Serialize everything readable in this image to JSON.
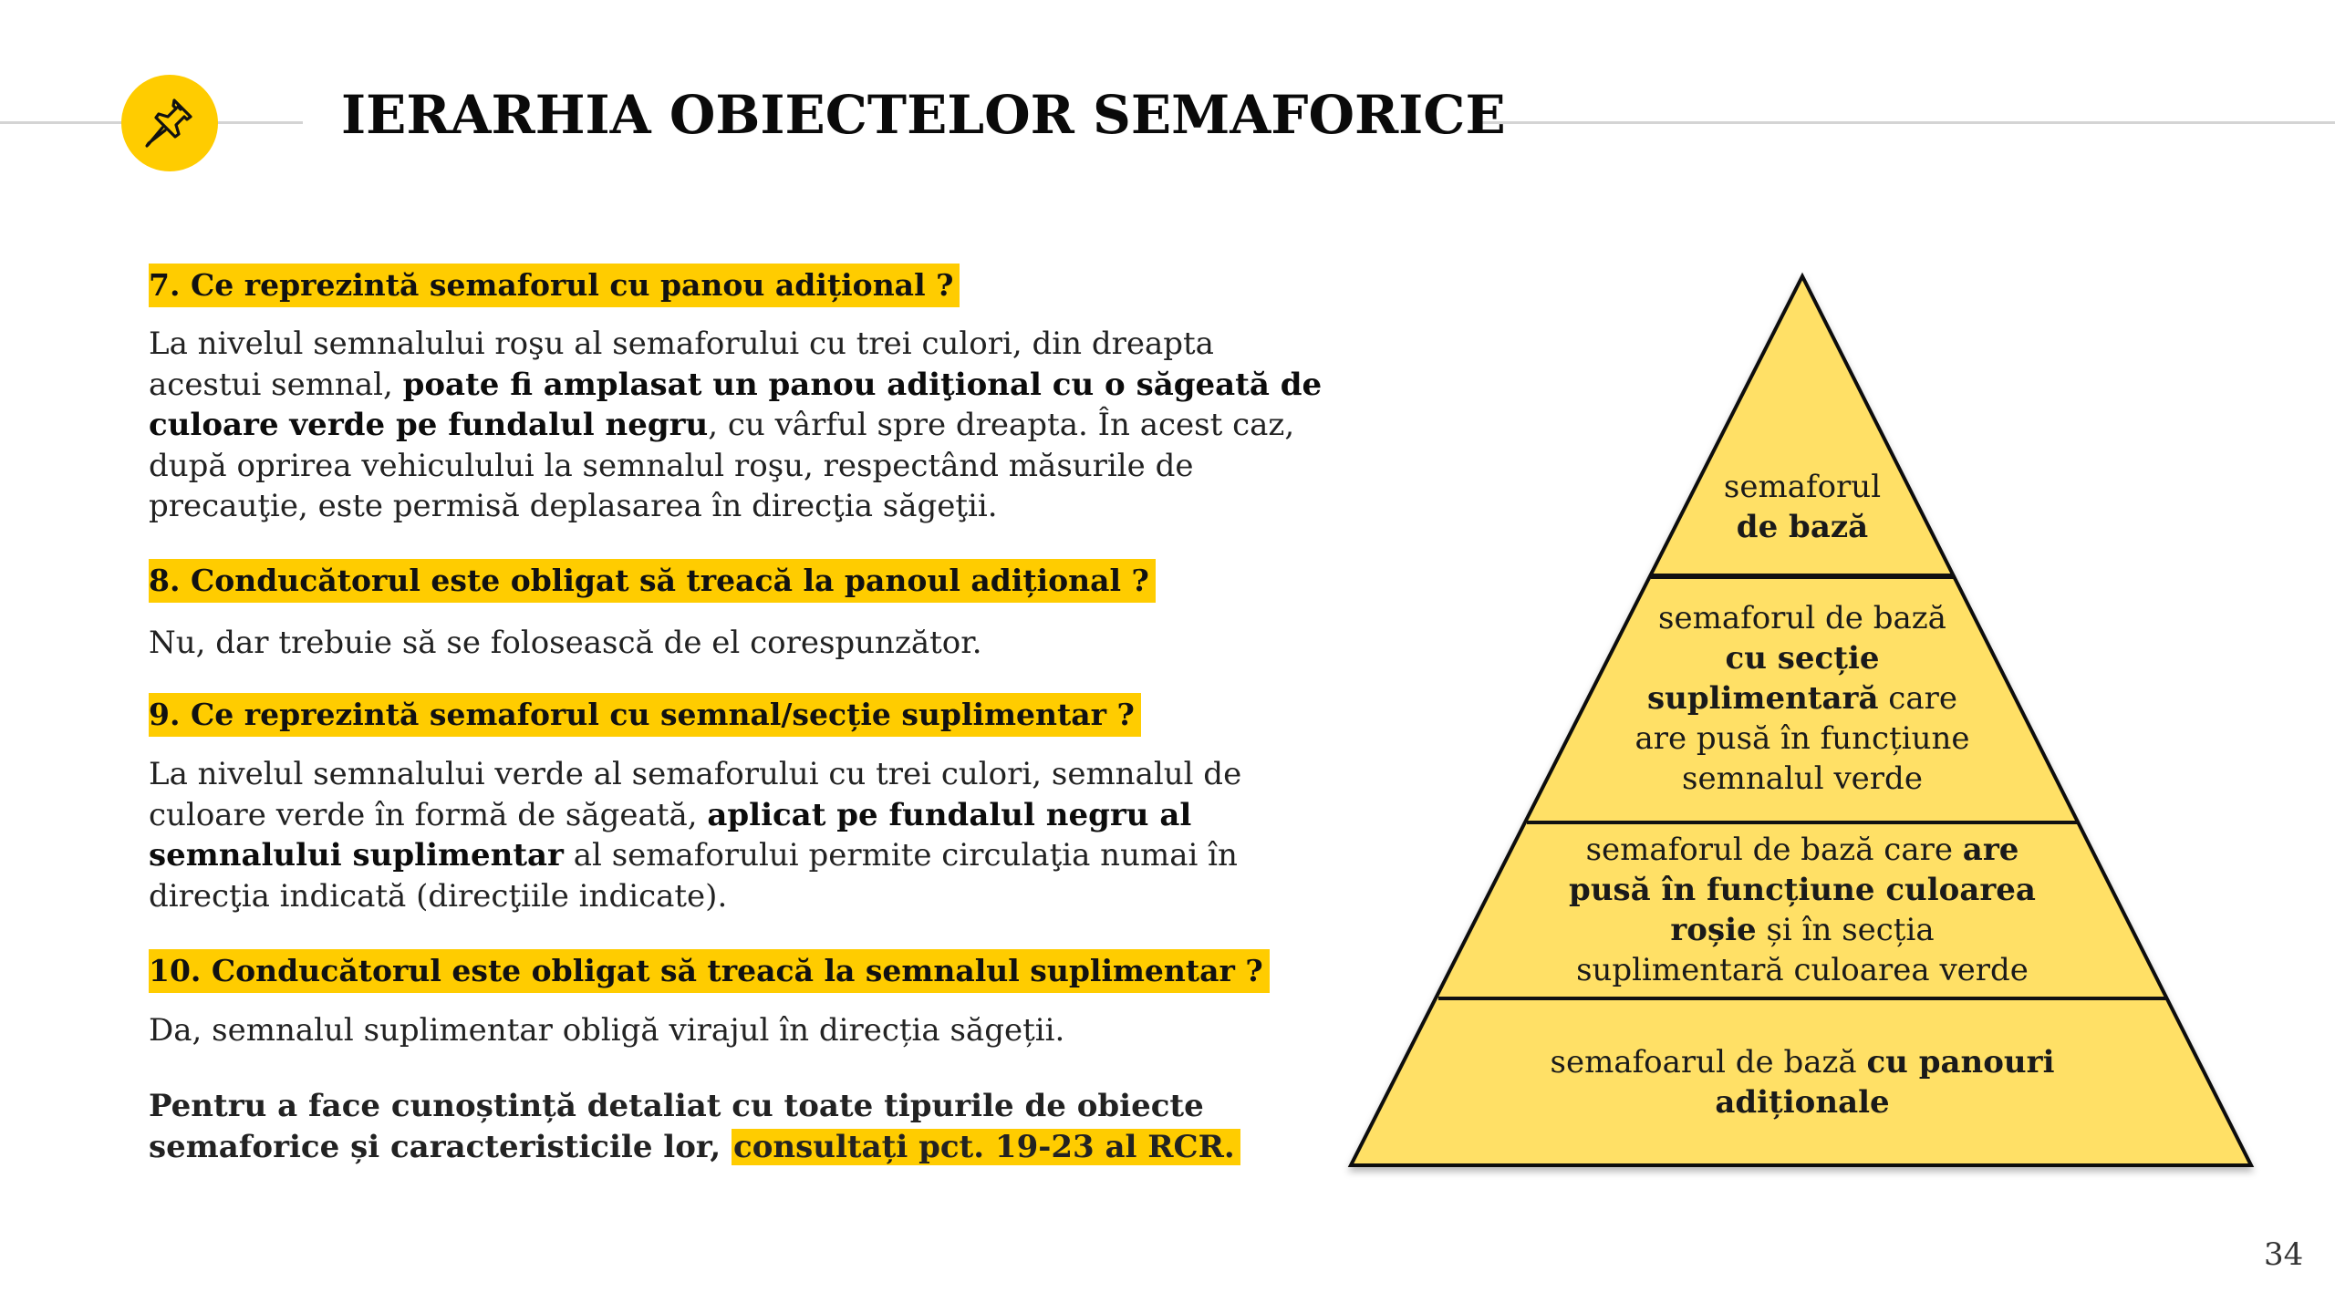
{
  "header": {
    "title": "IERARHIA OBIECTELOR SEMAFORICE",
    "icon": "pushpin-icon",
    "accent_color": "#FFCC00",
    "line_color": "#D4D4D4"
  },
  "content": {
    "items": [
      {
        "question": "7. Ce reprezintă semaforul cu panou adițional ?",
        "answer_lines": [
          [
            {
              "t": "La nivelul semnalului roşu al semaforului cu trei culori, din dreapta",
              "b": false
            }
          ],
          [
            {
              "t": "acestui semnal, ",
              "b": false
            },
            {
              "t": "poate fi amplasat un panou adiţional cu o săgeată de",
              "b": true
            }
          ],
          [
            {
              "t": "culoare verde pe fundalul negru",
              "b": true
            },
            {
              "t": ", cu vârful spre dreapta. În acest caz,",
              "b": false
            }
          ],
          [
            {
              "t": "după oprirea vehiculului la semnalul roşu, respectând măsurile de",
              "b": false
            }
          ],
          [
            {
              "t": "precauţie, este permisă deplasarea în direcţia săgeţii.",
              "b": false
            }
          ]
        ]
      },
      {
        "question": "8. Conducătorul este obligat să treacă la panoul adițional ?",
        "answer_lines": [
          [
            {
              "t": "Nu, dar trebuie să se folosească de el corespunzător.",
              "b": false
            }
          ]
        ]
      },
      {
        "question": "9. Ce reprezintă semaforul cu semnal/secție suplimentar ?",
        "answer_lines": [
          [
            {
              "t": "La nivelul semnalului verde al semaforului cu trei culori, semnalul de",
              "b": false
            }
          ],
          [
            {
              "t": "culoare verde în formă de săgeată, ",
              "b": false
            },
            {
              "t": "aplicat pe fundalul negru al",
              "b": true
            }
          ],
          [
            {
              "t": "semnalului suplimentar",
              "b": true
            },
            {
              "t": " al semaforului permite circulaţia numai în",
              "b": false
            }
          ],
          [
            {
              "t": "direcţia indicată (direcţiile indicate).",
              "b": false
            }
          ]
        ]
      },
      {
        "question": "10. Conducătorul este obligat să treacă la semnalul suplimentar ?",
        "answer_lines": [
          [
            {
              "t": "Da, semnalul suplimentar obligă virajul în direcția săgeții.",
              "b": false
            }
          ]
        ]
      }
    ],
    "footer_note": {
      "line1": "Pentru a face cunoștință detaliat cu toate tipurile de obiecte",
      "line2_prefix": "semaforice și caracteristicile lor, ",
      "line2_highlight": "consultați pct. 19-23 al RCR."
    }
  },
  "pyramid": {
    "fill_color": "#FFE066",
    "stroke_color": "#111111",
    "tiers": [
      {
        "lines": [
          [
            {
              "t": "semaforul",
              "b": false
            }
          ],
          [
            {
              "t": "de bază",
              "b": true
            }
          ]
        ]
      },
      {
        "lines": [
          [
            {
              "t": "semaforul de bază",
              "b": false
            }
          ],
          [
            {
              "t": "cu secție",
              "b": true
            }
          ],
          [
            {
              "t": "suplimentară",
              "b": true
            },
            {
              "t": " care",
              "b": false
            }
          ],
          [
            {
              "t": "are pusă în funcțiune",
              "b": false
            }
          ],
          [
            {
              "t": "semnalul verde",
              "b": false
            }
          ]
        ]
      },
      {
        "lines": [
          [
            {
              "t": "semaforul de bază care ",
              "b": false
            },
            {
              "t": "are",
              "b": true
            }
          ],
          [
            {
              "t": "pusă în funcțiune culoarea",
              "b": true
            }
          ],
          [
            {
              "t": "roșie",
              "b": true
            },
            {
              "t": " și în secția",
              "b": false
            }
          ],
          [
            {
              "t": "suplimentară culoarea verde",
              "b": false
            }
          ]
        ]
      },
      {
        "lines": [
          [
            {
              "t": "semafoarul de bază ",
              "b": false
            },
            {
              "t": "cu panouri",
              "b": true
            }
          ],
          [
            {
              "t": "adiționale",
              "b": true
            }
          ]
        ]
      }
    ]
  },
  "page_number": "34"
}
